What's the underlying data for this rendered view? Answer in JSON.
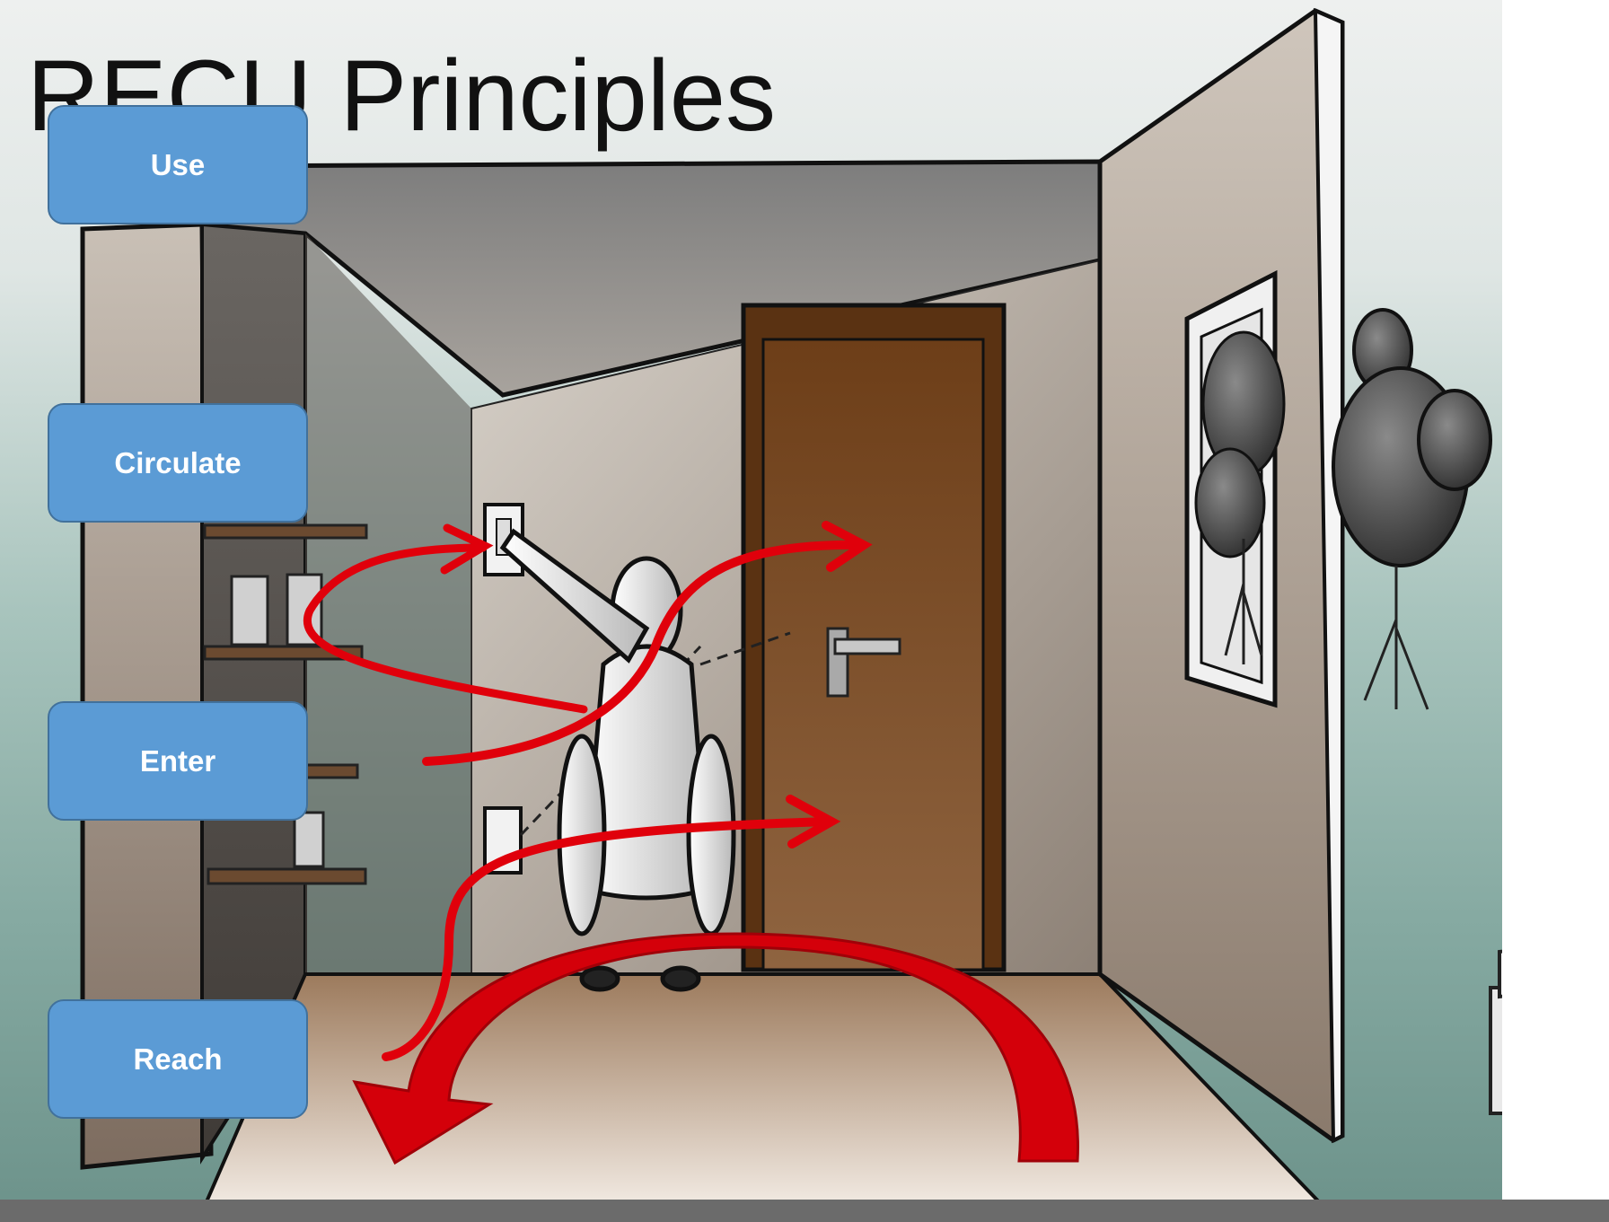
{
  "slide": {
    "title": "RECU Principles"
  },
  "principles": [
    {
      "label": "Use"
    },
    {
      "label": "Circulate"
    },
    {
      "label": "Enter"
    },
    {
      "label": "Reach"
    }
  ],
  "colors": {
    "button_fill": "#5b9bd5",
    "button_border": "#41719c",
    "arrow_red": "#e0000b",
    "door_brown": "#7a4a22"
  }
}
